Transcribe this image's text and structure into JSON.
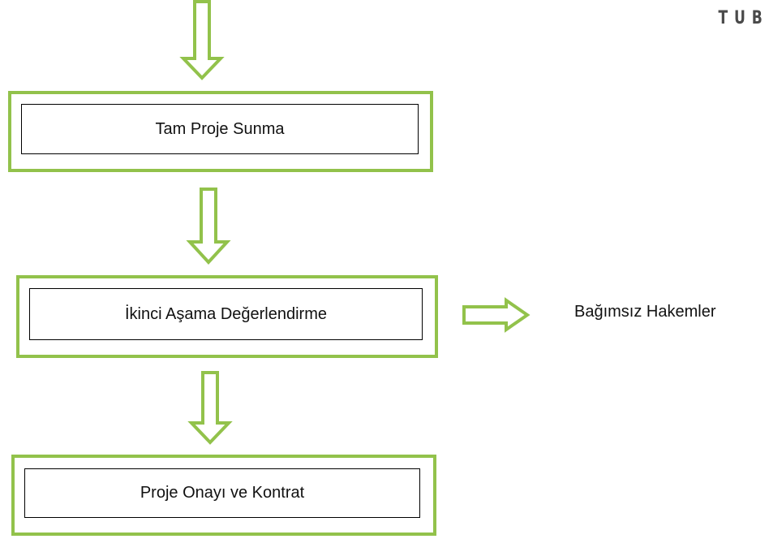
{
  "logo": {
    "text": "TUB"
  },
  "steps": [
    {
      "label": "Tam Proje Sunma"
    },
    {
      "label": "İkinci Aşama Değerlendirme"
    },
    {
      "label": "Proje Onayı ve Kontrat"
    }
  ],
  "side_note": {
    "label": "Bağımsız Hakemler"
  },
  "colors": {
    "accent_green": "#92c24b",
    "box_border": "#000000",
    "text": "#111111",
    "logo_text": "#4a4a4a",
    "background": "#ffffff"
  },
  "icons": {
    "flow_arrow_down": "hollow-down-arrow-icon",
    "flow_arrow_right": "hollow-right-arrow-icon"
  }
}
